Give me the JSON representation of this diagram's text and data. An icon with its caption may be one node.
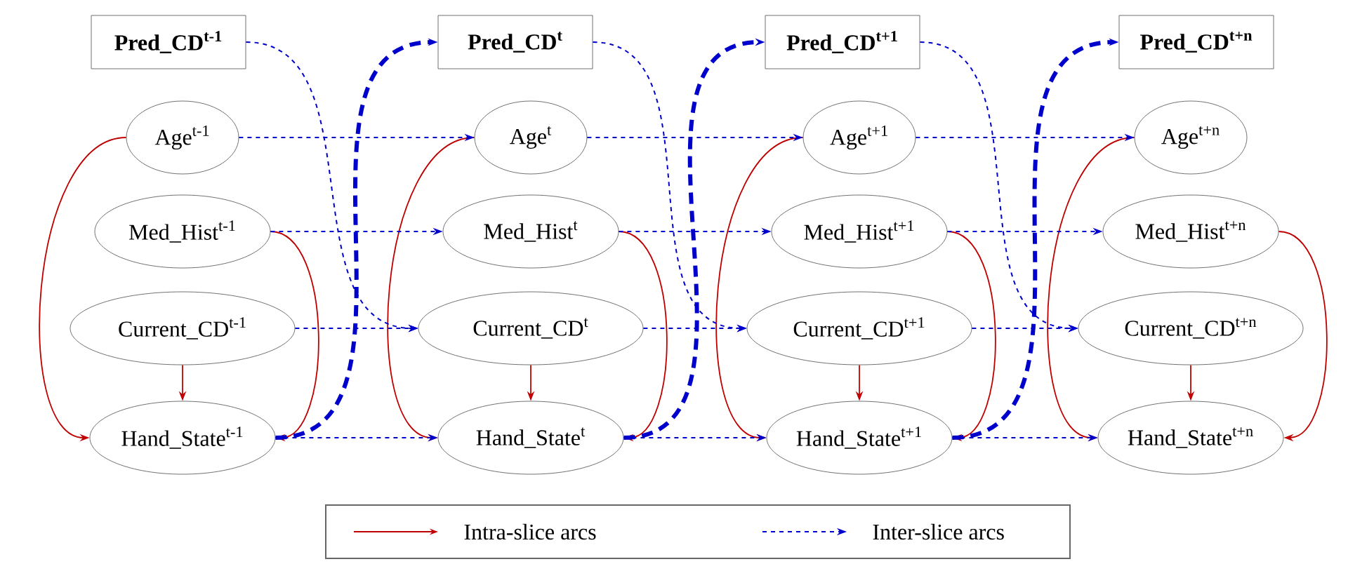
{
  "diagram": {
    "nodes": [
      {
        "text": [
          "Pred_CD$^{t-1}$"
        ]
      },
      {
        "text": [
          "Age$^{t-1}$"
        ]
      },
      {
        "text": [
          "Med_Hist$^{t-1}$"
        ]
      },
      {
        "text": [
          "Current_CD$^{t-1}$"
        ]
      },
      {
        "text": [
          "Hand_State$^{t-1}$"
        ]
      },
      {
        "text": [
          "Pred_CD$^{t}$"
        ]
      },
      {
        "text": [
          "Age$^{t}$"
        ]
      },
      {
        "text": [
          "Med_Hist$^{t}$"
        ]
      },
      {
        "text": [
          "Current_CD$^{t}$"
        ]
      },
      {
        "text": [
          "Hand_State$^{t}$"
        ]
      },
      {
        "text": [
          "Pred_CD$^{t+1}$"
        ]
      },
      {
        "text": [
          "Age$^{t+1}$"
        ]
      },
      {
        "text": [
          "Med_Hist$^{t+1}$"
        ]
      },
      {
        "text": [
          "Current_CD$^{t+1}$"
        ]
      },
      {
        "text": [
          "Hand_State$^{t+1}$"
        ]
      },
      {
        "text": [
          "Pred_CD$^{t+n}$"
        ]
      },
      {
        "text": [
          "Age$^{t+n}$"
        ]
      },
      {
        "text": [
          "Med_Hist$^{t+n}$"
        ]
      },
      {
        "text": [
          "Current_CD$^{t+n}$"
        ]
      },
      {
        "text": [
          "Hand_State$^{t+n}$"
        ]
      }
    ],
    "edges": [
      {
        "from": 1,
        "to": 4,
        "arrow": "to",
        "color": "#c00000"
      },
      {
        "from": 2,
        "to": 4,
        "arrow": "to",
        "color": "#c00000"
      },
      {
        "from": 3,
        "to": 4,
        "arrow": "to",
        "color": "#c00000"
      },
      {
        "from": 6,
        "to": 9,
        "arrow": "to",
        "color": "#c00000"
      },
      {
        "from": 7,
        "to": 9,
        "arrow": "to",
        "color": "#c00000"
      },
      {
        "from": 8,
        "to": 9,
        "arrow": "to",
        "color": "#c00000"
      },
      {
        "from": 11,
        "to": 14,
        "arrow": "to",
        "color": "#c00000"
      },
      {
        "from": 12,
        "to": 14,
        "arrow": "to",
        "color": "#c00000"
      },
      {
        "from": 13,
        "to": 14,
        "arrow": "to",
        "color": "#c00000"
      },
      {
        "from": 16,
        "to": 19,
        "arrow": "to",
        "color": "#c00000"
      },
      {
        "from": 17,
        "to": 19,
        "arrow": "to",
        "color": "#c00000"
      },
      {
        "from": 18,
        "to": 19,
        "arrow": "to",
        "color": "#c00000"
      },
      {
        "from": 1,
        "to": 6,
        "arrow": "to",
        "style": "dashed"
      },
      {
        "from": 2,
        "to": 7,
        "arrow": "to",
        "style": "dashed"
      },
      {
        "from": 3,
        "to": 8,
        "arrow": "to",
        "style": "dashed"
      },
      {
        "from": 4,
        "to": 9,
        "arrow": "to",
        "style": "dashed"
      },
      {
        "from": 0,
        "to": 8,
        "arrow": "to",
        "style": "dashed"
      },
      {
        "from": 4,
        "to": 5,
        "arrow": "to",
        "style": "dashed"
      },
      {
        "from": 6,
        "to": 11,
        "arrow": "to",
        "style": "dashed"
      },
      {
        "from": 7,
        "to": 12,
        "arrow": "to",
        "style": "dashed"
      },
      {
        "from": 8,
        "to": 13,
        "arrow": "to",
        "style": "dashed"
      },
      {
        "from": 9,
        "to": 14,
        "arrow": "to",
        "style": "dashed"
      },
      {
        "from": 5,
        "to": 13,
        "arrow": "to",
        "style": "dashed"
      },
      {
        "from": 9,
        "to": 10,
        "arrow": "to",
        "style": "dashed"
      },
      {
        "from": 11,
        "to": 16,
        "arrow": "to",
        "style": "dashed"
      },
      {
        "from": 12,
        "to": 17,
        "arrow": "to",
        "style": "dashed"
      },
      {
        "from": 13,
        "to": 18,
        "arrow": "to",
        "style": "dashed"
      },
      {
        "from": 14,
        "to": 19,
        "arrow": "to",
        "style": "dashed"
      },
      {
        "from": 10,
        "to": 18,
        "arrow": "to",
        "style": "dashed"
      },
      {
        "from": 14,
        "to": 15,
        "arrow": "to",
        "style": "dashed"
      }
    ],
    "legend": [
      {
        "text": "Intra-slice arcs"
      },
      {
        "text": "Inter-slice arcs"
      }
    ]
  }
}
